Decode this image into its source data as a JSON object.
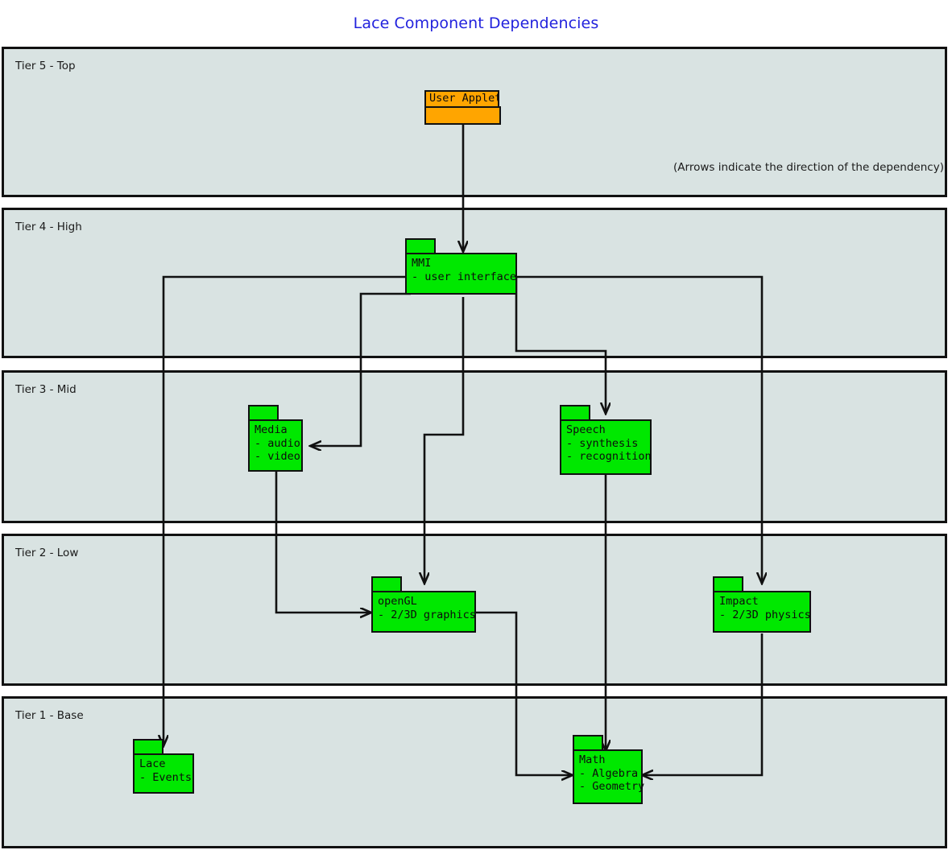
{
  "title": "Lace Component Dependencies",
  "note": "(Arrows indicate the direction of the dependency)",
  "colors": {
    "title": "#2222dd",
    "tier_fill": "#d9e3e2",
    "package_fill": "#00e800",
    "applet_fill": "#ffa500",
    "stroke": "#111111"
  },
  "tiers": [
    {
      "label": "Tier 5 - Top"
    },
    {
      "label": "Tier 4 - High"
    },
    {
      "label": "Tier 3 - Mid"
    },
    {
      "label": "Tier 2 - Low"
    },
    {
      "label": "Tier 1 - Base"
    }
  ],
  "components": {
    "user_applet": {
      "name": "User Applet",
      "detail_1": "",
      "detail_2": ""
    },
    "mmi": {
      "name": "MMI",
      "detail_1": "- user interface",
      "detail_2": ""
    },
    "media": {
      "name": "Media",
      "detail_1": "- audio",
      "detail_2": "- video"
    },
    "speech": {
      "name": "Speech",
      "detail_1": "- synthesis",
      "detail_2": "- recognition"
    },
    "opengl": {
      "name": "openGL",
      "detail_1": "- 2/3D graphics",
      "detail_2": ""
    },
    "impact": {
      "name": "Impact",
      "detail_1": "- 2/3D physics",
      "detail_2": ""
    },
    "lace": {
      "name": "Lace",
      "detail_1": "- Events",
      "detail_2": ""
    },
    "math": {
      "name": "Math",
      "detail_1": "- Algebra",
      "detail_2": "- Geometry"
    }
  },
  "dependencies": [
    {
      "from": "User Applet",
      "to": "MMI"
    },
    {
      "from": "MMI",
      "to": "Media"
    },
    {
      "from": "MMI",
      "to": "Speech"
    },
    {
      "from": "MMI",
      "to": "openGL"
    },
    {
      "from": "MMI",
      "to": "Impact"
    },
    {
      "from": "MMI",
      "to": "Lace"
    },
    {
      "from": "Media",
      "to": "openGL"
    },
    {
      "from": "Speech",
      "to": "Math"
    },
    {
      "from": "openGL",
      "to": "Math"
    },
    {
      "from": "Impact",
      "to": "Math"
    }
  ]
}
